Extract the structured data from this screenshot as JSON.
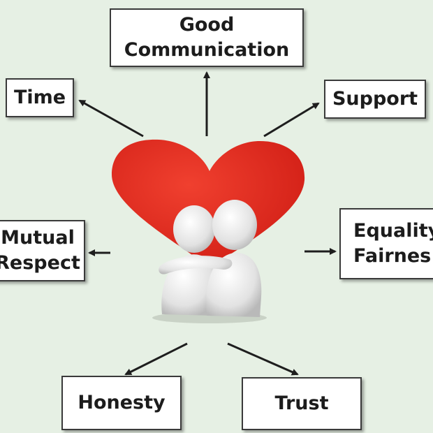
{
  "nodes": {
    "good_communication": "Good\nCommunication",
    "time": "Time",
    "support": "Support",
    "mutual_respect": "Mutual\nRespect",
    "equality_fairness": "Equality\nFairnes",
    "honesty": "Honesty",
    "trust": "Trust"
  },
  "colors": {
    "heart": "#e0241c",
    "background": "#e6f0e4",
    "arrow": "#1e1e1e",
    "figure": "#ececec"
  }
}
